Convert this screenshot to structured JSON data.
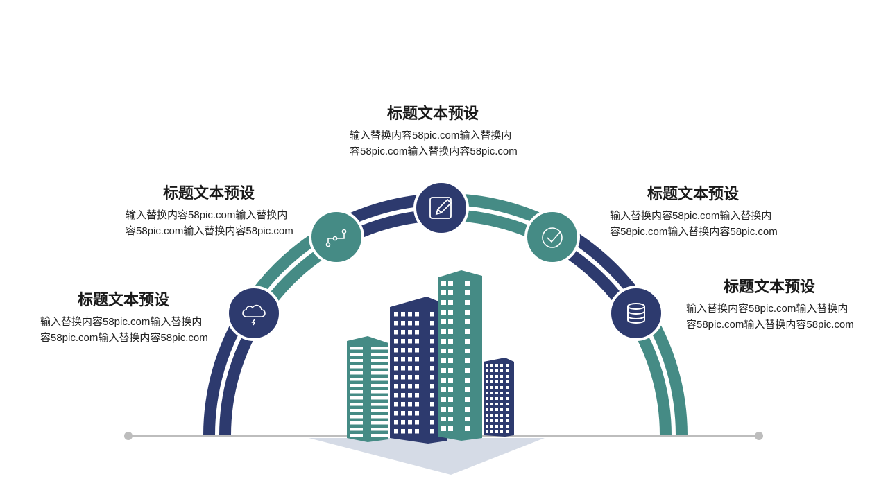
{
  "colors": {
    "navy": "#2d3a6e",
    "teal": "#458b85",
    "baseline": "#bdbdbd",
    "shadow": "#d5dbe6"
  },
  "items": [
    {
      "title": "标题文本预设",
      "desc": "输入替换内容58pic.com输入替换内容58pic.com输入替换内容58pic.com",
      "icon": "cloud-lightning-icon",
      "color": "navy"
    },
    {
      "title": "标题文本预设",
      "desc": "输入替换内容58pic.com输入替换内容58pic.com输入替换内容58pic.com",
      "icon": "route-icon",
      "color": "teal"
    },
    {
      "title": "标题文本预设",
      "desc": "输入替换内容58pic.com输入替换内容58pic.com输入替换内容58pic.com",
      "icon": "edit-icon",
      "color": "navy"
    },
    {
      "title": "标题文本预设",
      "desc": "输入替换内容58pic.com输入替换内容58pic.com输入替换内容58pic.com",
      "icon": "check-circle-icon",
      "color": "teal"
    },
    {
      "title": "标题文本预设",
      "desc": "输入替换内容58pic.com输入替换内容58pic.com输入替换内容58pic.com",
      "icon": "database-icon",
      "color": "navy"
    }
  ]
}
